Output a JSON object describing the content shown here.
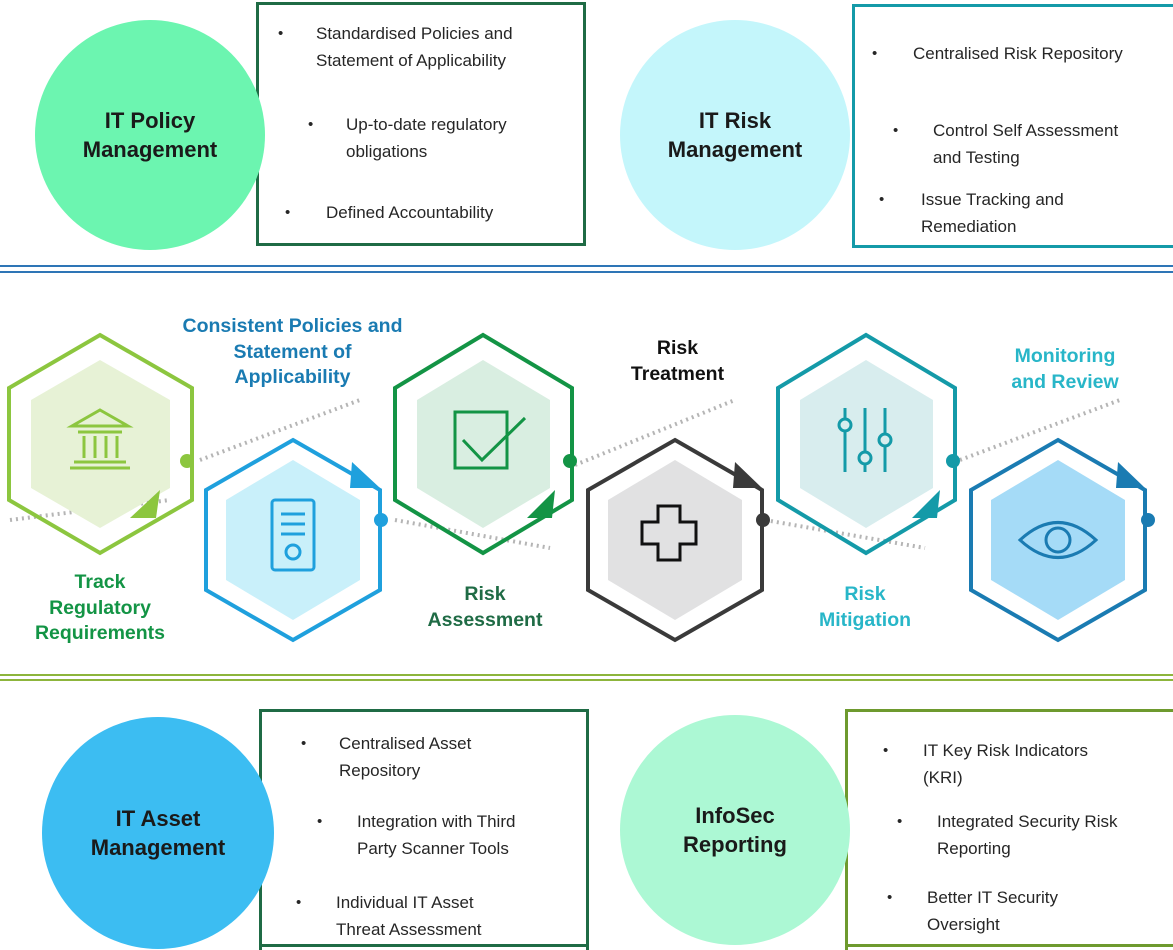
{
  "colors": {
    "policy_circle": "#6cf5b0",
    "risk_circle": "#c4f6fb",
    "asset_circle": "#3cbdf2",
    "infosec_circle": "#acf8d4",
    "dark_green": "#1f6b45",
    "teal": "#149aa8",
    "green": "#8cc63f",
    "blue": "#1fa0dd",
    "mid_green": "#139445",
    "dark_gray": "#3a3a3a",
    "dark_blue": "#1a7bb2",
    "separator_blue": "#2e75b6",
    "separator_green": "#8db53c"
  },
  "top": {
    "policy": {
      "title": "IT Policy",
      "title2": "Management",
      "items": [
        {
          "line1": "Standardised Policies and",
          "line2": "Statement of Applicability"
        },
        {
          "line1": "Up-to-date regulatory",
          "line2": "obligations"
        },
        {
          "line1": "Defined Accountability",
          "line2": ""
        }
      ]
    },
    "risk": {
      "title": "IT Risk",
      "title2": "Management",
      "items": [
        {
          "line1": "Centralised Risk Repository",
          "line2": ""
        },
        {
          "line1": "Control Self Assessment",
          "line2": "and Testing"
        },
        {
          "line1": "Issue Tracking and",
          "line2": "Remediation"
        }
      ]
    }
  },
  "process": {
    "steps": [
      {
        "icon": "bank-icon",
        "label": [
          "Track",
          "Regulatory",
          "Requirements"
        ]
      },
      {
        "icon": "document-certificate-icon",
        "label": [
          "Consistent Policies and",
          "Statement of",
          "Applicability"
        ]
      },
      {
        "icon": "checkbox-icon",
        "label": [
          "Risk",
          "Assessment"
        ]
      },
      {
        "icon": "plus-cross-icon",
        "label": [
          "Risk",
          "Treatment"
        ]
      },
      {
        "icon": "sliders-icon",
        "label": [
          "Risk",
          "Mitigation"
        ]
      },
      {
        "icon": "eye-icon",
        "label": [
          "Monitoring",
          "and Review"
        ]
      }
    ]
  },
  "bottom": {
    "asset": {
      "title": "IT Asset",
      "title2": "Management",
      "items": [
        {
          "line1": "Centralised Asset",
          "line2": "Repository"
        },
        {
          "line1": "Integration with Third",
          "line2": "Party Scanner Tools"
        },
        {
          "line1": "Individual IT Asset",
          "line2": "Threat Assessment"
        }
      ]
    },
    "infosec": {
      "title": "InfoSec",
      "title2": "Reporting",
      "items": [
        {
          "line1": "IT Key Risk Indicators",
          "line2": "(KRI)"
        },
        {
          "line1": "Integrated Security Risk",
          "line2": "Reporting"
        },
        {
          "line1": "Better IT Security",
          "line2": "Oversight"
        }
      ]
    }
  },
  "bullet_char": "•"
}
